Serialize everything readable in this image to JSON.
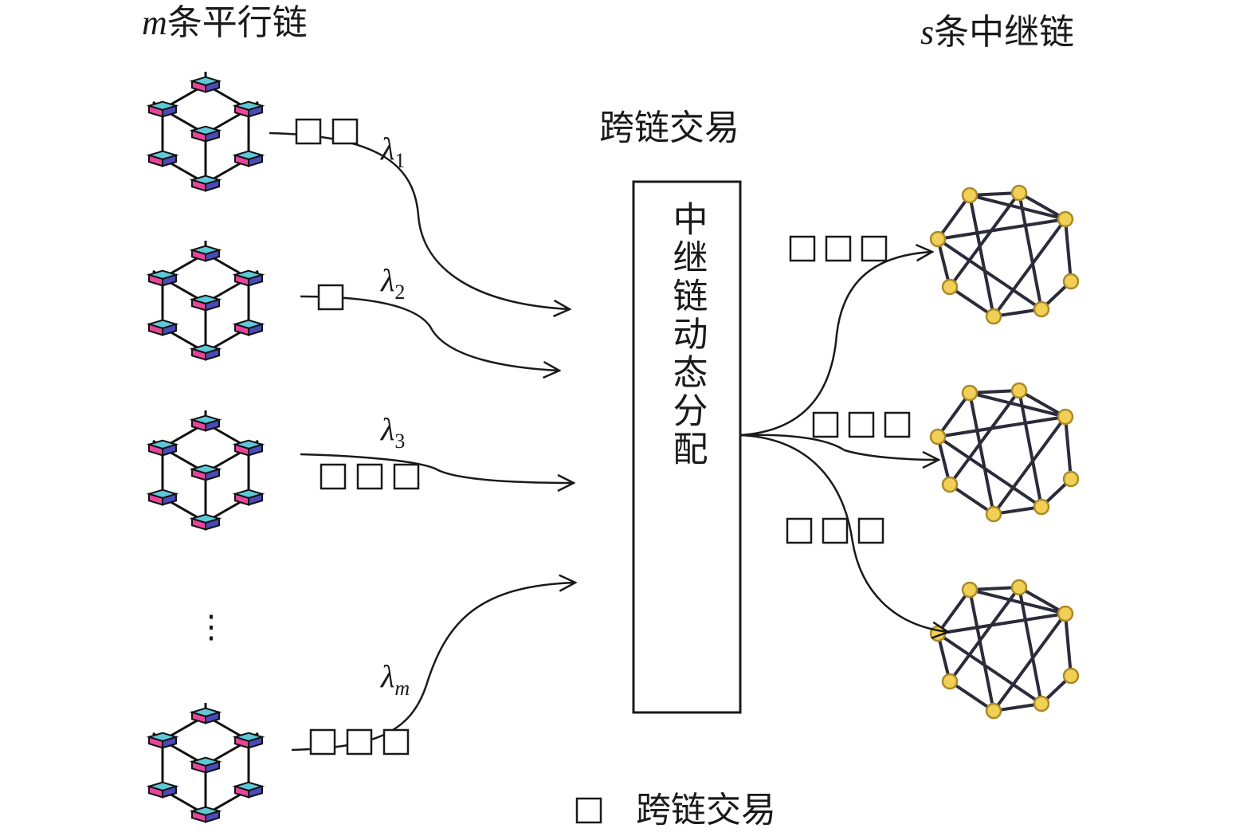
{
  "titles": {
    "left_var": "m",
    "left_text": "条平行链",
    "right_var": "s",
    "right_text": "条中继链",
    "center_top": "跨链交易"
  },
  "relay_box": {
    "label": "中继链动态分配"
  },
  "parallel_chains": [
    {
      "rate_symbol": "λ",
      "rate_sub": "1",
      "tx_count": 2
    },
    {
      "rate_symbol": "λ",
      "rate_sub": "2",
      "tx_count": 1
    },
    {
      "rate_symbol": "λ",
      "rate_sub": "3",
      "tx_count": 3
    },
    {
      "rate_symbol": "λ",
      "rate_sub": "m",
      "tx_count": 3
    }
  ],
  "ellipsis": "⋮",
  "relay_chains": [
    {
      "tx_count": 3
    },
    {
      "tx_count": 3
    },
    {
      "tx_count": 3
    }
  ],
  "legend": {
    "label": "跨链交易"
  },
  "colors": {
    "cube_top": "#5ec8d8",
    "cube_left": "#e8459a",
    "cube_right": "#4a4ab8",
    "node_fill": "#f2cf55",
    "node_stroke": "#a88a2a",
    "net_edge": "#2b2b3a",
    "line": "#1a1a1a"
  }
}
